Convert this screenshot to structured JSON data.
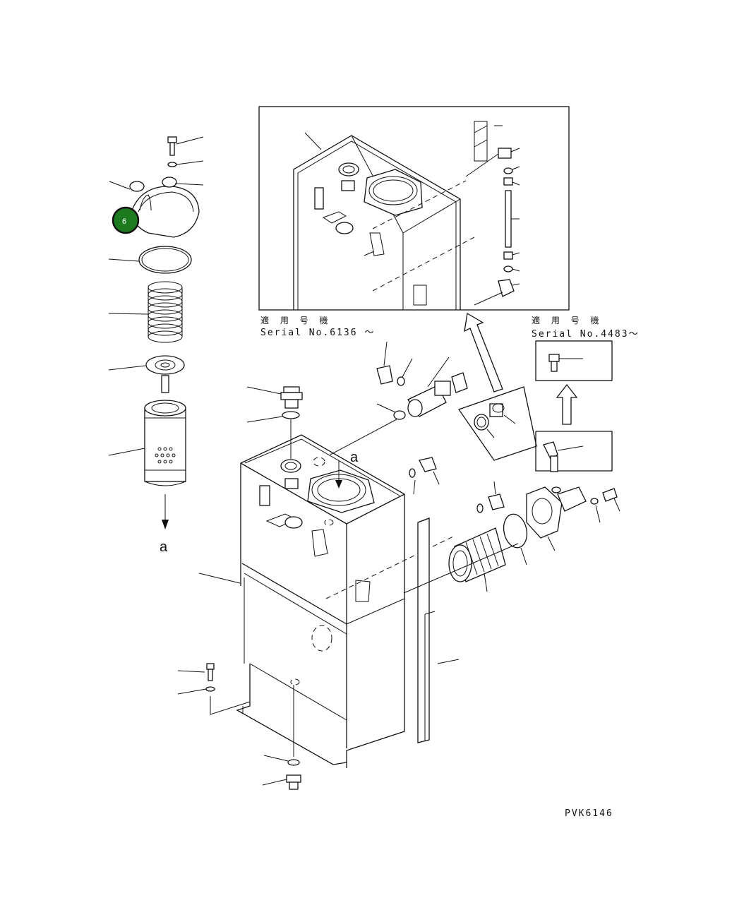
{
  "diagram": {
    "drawing_code": "PVK6146",
    "serial_box_top": {
      "heading": "適 用 号 機",
      "serial": "Serial No.6136 ～"
    },
    "serial_box_right": {
      "heading": "適 用 号 機",
      "serial": "Serial No.4483～"
    },
    "view_letter_left": "a",
    "view_letter_tank": "a",
    "callout": {
      "number": "6",
      "color": "#1e7a1e"
    }
  }
}
